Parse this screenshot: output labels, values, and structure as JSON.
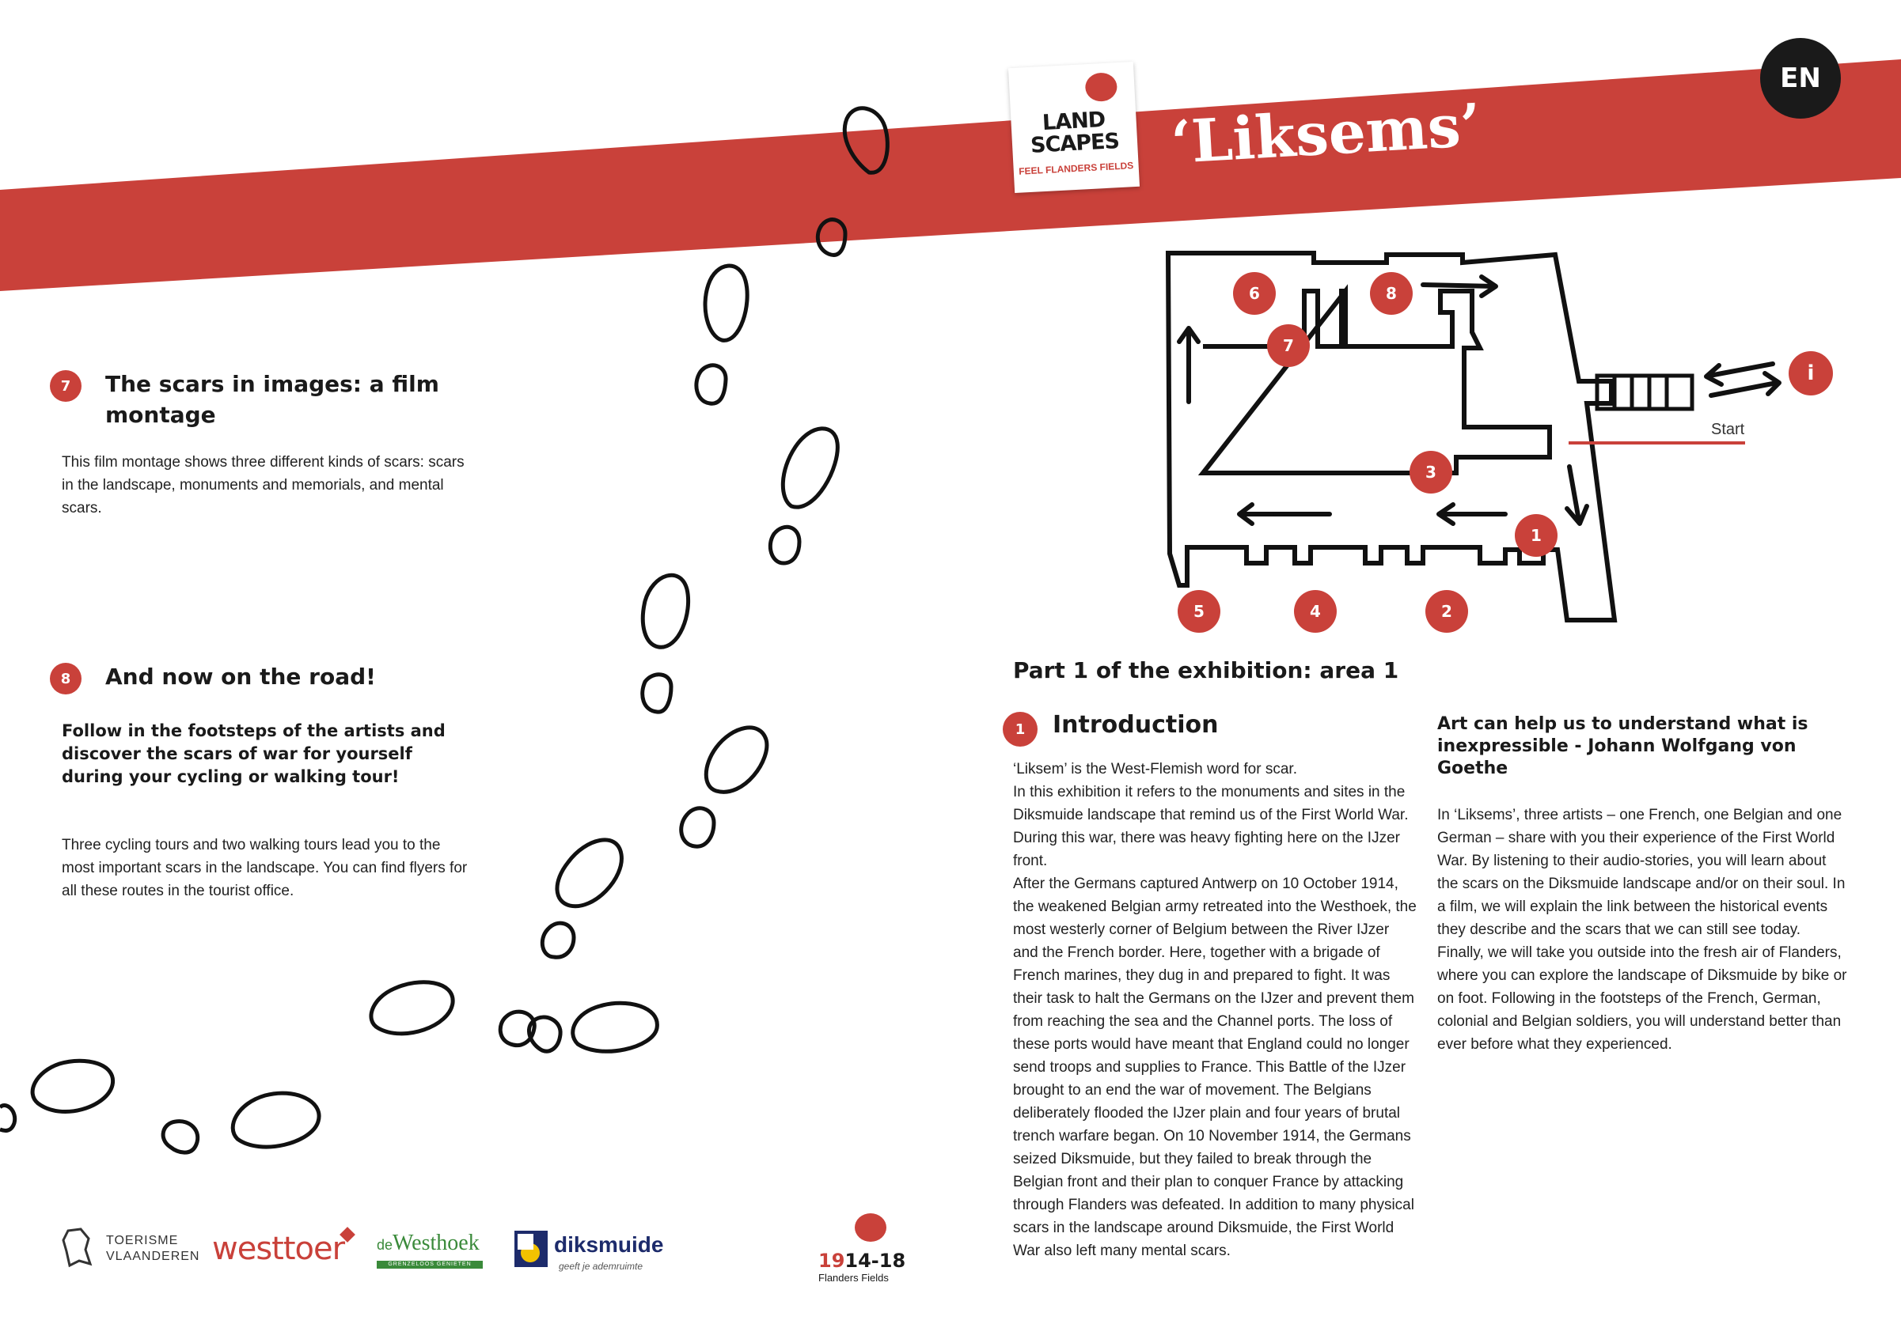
{
  "header": {
    "title": "‘Liksems’",
    "language_badge": "EN",
    "logo": {
      "line1": "LAND",
      "line2": "SCAPES",
      "tagline": "FEEL FLANDERS FIELDS"
    },
    "accent_color": "#c9413a"
  },
  "left": {
    "section7": {
      "number": "7",
      "heading": "The scars in images: a film montage",
      "body": "This film montage shows three different kinds of scars: scars in the landscape, monuments and memorials, and mental scars."
    },
    "section8": {
      "number": "8",
      "heading": "And now on the road!",
      "lead": "Follow in the footsteps of the artists and discover the scars of war for yourself during your cycling or walking tour!",
      "body": "Three cycling tours and two walking tours lead you to the most important scars in the landscape. You can find flyers for all these routes in the tourist office."
    }
  },
  "map": {
    "start_label": "Start",
    "info_label": "i",
    "stops": [
      "1",
      "2",
      "3",
      "4",
      "5",
      "6",
      "7",
      "8"
    ]
  },
  "right": {
    "part_heading": "Part 1 of the exhibition: area 1",
    "intro": {
      "number": "1",
      "heading": "Introduction",
      "paragraphs": [
        "‘Liksem’ is the West-Flemish word for scar.",
        "In this exhibition it refers to the monuments and sites in the Diksmuide landscape that remind us of the First World War. During this war, there was heavy fighting here on the IJzer front.",
        "After the Germans captured Antwerp on 10 October 1914, the weakened Belgian army retreated into the Westhoek, the most westerly corner of Belgium between the River IJzer and the French border. Here, together with a brigade of French marines, they dug in and prepared to fight. It was their task to halt the Germans on the IJzer and prevent them from reaching the sea and the Channel ports. The loss of these ports would have meant that England could no longer send troops and supplies to France. This Battle of the IJzer brought to an end the war of movement. The Belgians deliberately flooded the IJzer plain and four years of brutal trench warfare began. On 10 November 1914, the Germans seized Diksmuide, but they failed to break through the Belgian front and their plan to conquer France by attacking through Flanders was defeated. In addition to many physical scars in the landscape around Diksmuide, the First World War also left many mental scars."
      ]
    },
    "quote": {
      "heading": "Art can help us to understand what is inexpressible - Johann Wolfgang von Goethe",
      "paragraphs": [
        "In ‘Liksems’, three artists – one French, one Belgian and one German – share with you their experience of the First World War. By listening to their audio-stories, you will learn about the scars on the Diksmuide landscape and/or on their soul. In a film, we will explain the link between the historical events they describe and the scars that we can still see today.",
        "Finally, we will take you outside into the fresh air of Flanders, where you can explore the landscape of Diksmuide by bike or on foot. Following in the footsteps of the French, German, colonial and Belgian soldiers, you will understand better than ever before what they experienced."
      ]
    }
  },
  "footer": {
    "sponsors": {
      "toerisme": [
        "TOERISME",
        "VLAANDEREN"
      ],
      "westtoer": "westtoer",
      "westhoek": {
        "prefix": "de",
        "name": "Westhoek",
        "tagline": "GRENZELOOS GENIETEN"
      },
      "diksmuide": {
        "name": "diksmuide",
        "tagline": "geeft je ademruimte"
      },
      "flanders": {
        "years_red": "19",
        "years_black": "14-18",
        "name": "Flanders Fields"
      }
    }
  }
}
